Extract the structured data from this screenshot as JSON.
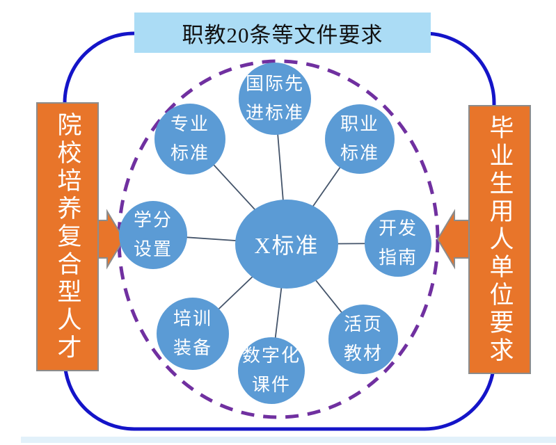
{
  "banner": {
    "label": "职教20条等文件要求"
  },
  "left_bar": {
    "label": "院校培养复合型人才"
  },
  "right_bar": {
    "label": "毕业生用人单位要求"
  },
  "hub": {
    "label": "X标准"
  },
  "satellites": [
    {
      "id": "international-advanced-standards",
      "line1": "国际先",
      "line2": "进标准"
    },
    {
      "id": "occupational-standards",
      "line1": "职业",
      "line2": "标准"
    },
    {
      "id": "development-guide",
      "line1": "开发",
      "line2": "指南"
    },
    {
      "id": "loose-leaf-textbooks",
      "line1": "活页",
      "line2": "教材"
    },
    {
      "id": "digital-courseware",
      "line1": "数字化",
      "line2": "课件"
    },
    {
      "id": "training-equipment",
      "line1": "培训",
      "line2": "装备"
    },
    {
      "id": "credit-settings",
      "line1": "学分",
      "line2": "设置"
    },
    {
      "id": "major-standards",
      "line1": "专业",
      "line2": "标准"
    }
  ],
  "colors": {
    "banner_bg": "#abdcf5",
    "bar_orange": "#e8752a",
    "bar_border_gray": "#8c8c8c",
    "node_blue": "#5b9bd5",
    "dashed_ellipse_purple": "#7030a0",
    "outer_border_blue": "#1414c8",
    "connector_gray_blue": "#44546a",
    "bottom_strip": "#e2f1fa"
  }
}
